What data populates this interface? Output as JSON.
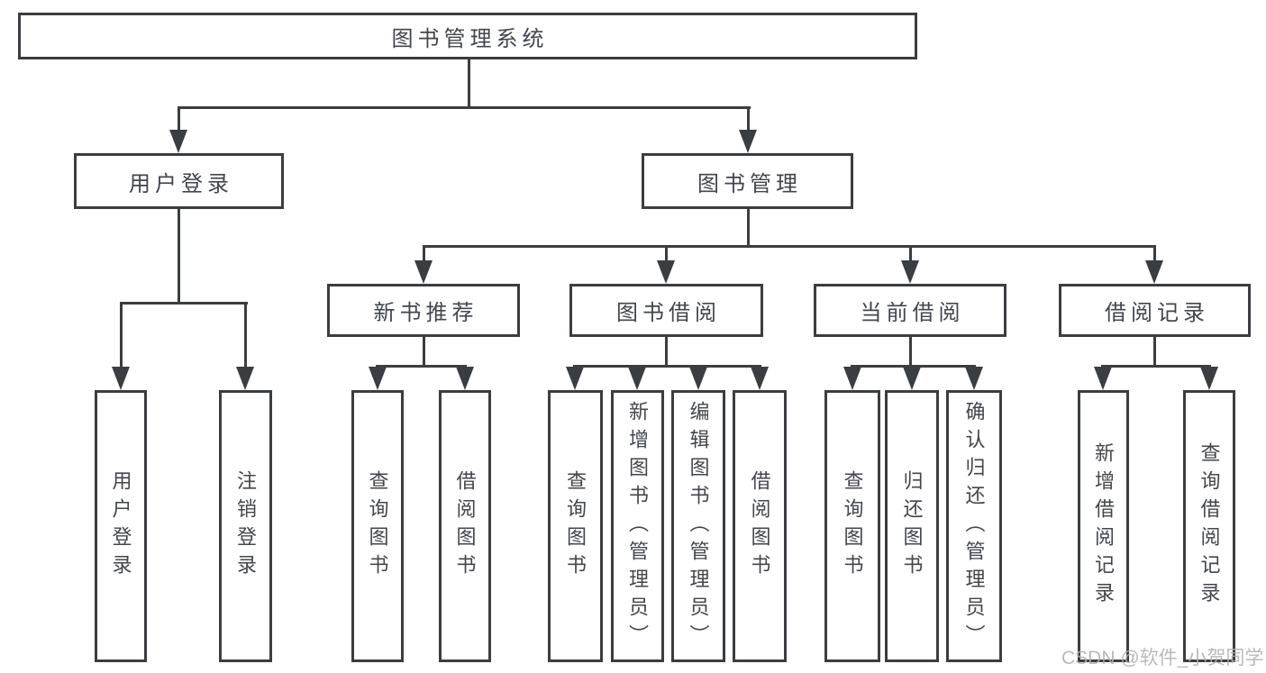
{
  "diagram_type": "hierarchy-tree",
  "colors": {
    "line": "#3a3d42",
    "text": "#42464d",
    "background": "#ffffff",
    "watermark": "#b0b0b0"
  },
  "tree": {
    "root": {
      "label": "图书管理系统"
    },
    "branches": [
      {
        "label": "用户登录",
        "leaves": [
          "用户登录",
          "注销登录"
        ]
      },
      {
        "label": "图书管理",
        "groups": [
          {
            "label": "新书推荐",
            "leaves": [
              "查询图书",
              "借阅图书"
            ]
          },
          {
            "label": "图书借阅",
            "leaves": [
              "查询图书",
              "新增图书（管理员）",
              "编辑图书（管理员）",
              "借阅图书"
            ]
          },
          {
            "label": "当前借阅",
            "leaves": [
              "查询图书",
              "归还图书",
              "确认归还（管理员）"
            ]
          },
          {
            "label": "借阅记录",
            "leaves": [
              "新增借阅记录",
              "查询借阅记录"
            ]
          }
        ]
      }
    ]
  },
  "watermark": "CSDN @软件_小贺同学"
}
